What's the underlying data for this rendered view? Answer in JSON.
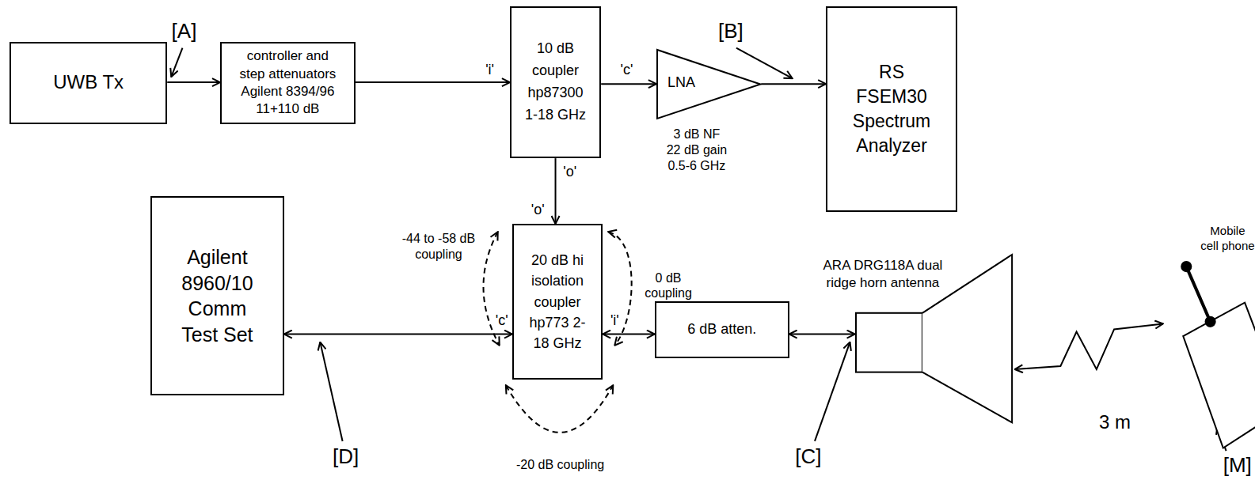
{
  "diagram": {
    "nodes": [
      {
        "text": [
          "UWB Tx"
        ]
      },
      {
        "text": [
          "controller and step attenuators Agilent 8394/96 11+110 dB"
        ]
      },
      {
        "text": [
          "10 dB coupler hp87300 1-18 GHz"
        ]
      },
      {
        "text": [
          "LNA",
          "3 dB NF 22 dB gain 0.5-6 GHz"
        ]
      },
      {
        "text": [
          "RS FSEM30 Spectrum Analyzer"
        ]
      },
      {
        "text": [
          "Agilent 8960/10 Comm Test Set"
        ]
      },
      {
        "text": [
          "20 dB hi isolation coupler hp773 2-18 GHz"
        ]
      },
      {
        "text": [
          "6 dB atten."
        ]
      },
      {
        "text": [
          "ARA DRG118A dual ridge horn antenna"
        ]
      },
      {
        "text": [
          "Mobile cell phone"
        ]
      }
    ],
    "edges": [
      {
        "from": 0,
        "to": 1,
        "arrow": "to"
      },
      {
        "from": 1,
        "to": 2,
        "arrow": "to"
      },
      {
        "from": 2,
        "to": 3,
        "arrow": "to"
      },
      {
        "from": 3,
        "to": 4,
        "arrow": "to"
      },
      {
        "from": 2,
        "to": 6,
        "arrow": "to"
      },
      {
        "from": 5,
        "to": 6,
        "arrow": "both"
      },
      {
        "from": 6,
        "to": 7,
        "arrow": "both"
      },
      {
        "from": 7,
        "to": 8,
        "arrow": "both"
      },
      {
        "from": 8,
        "to": 9,
        "arrow": "both"
      }
    ],
    "labels": [
      "[A]",
      "[B]",
      "'i'",
      "'c'",
      "'o'",
      "-44 to -58 dB coupling",
      "'o'",
      "0 dB coupling",
      "'c'",
      "'i'",
      "-20 dB coupling",
      "[D]",
      "[C]",
      "3 m",
      "[M]"
    ]
  }
}
